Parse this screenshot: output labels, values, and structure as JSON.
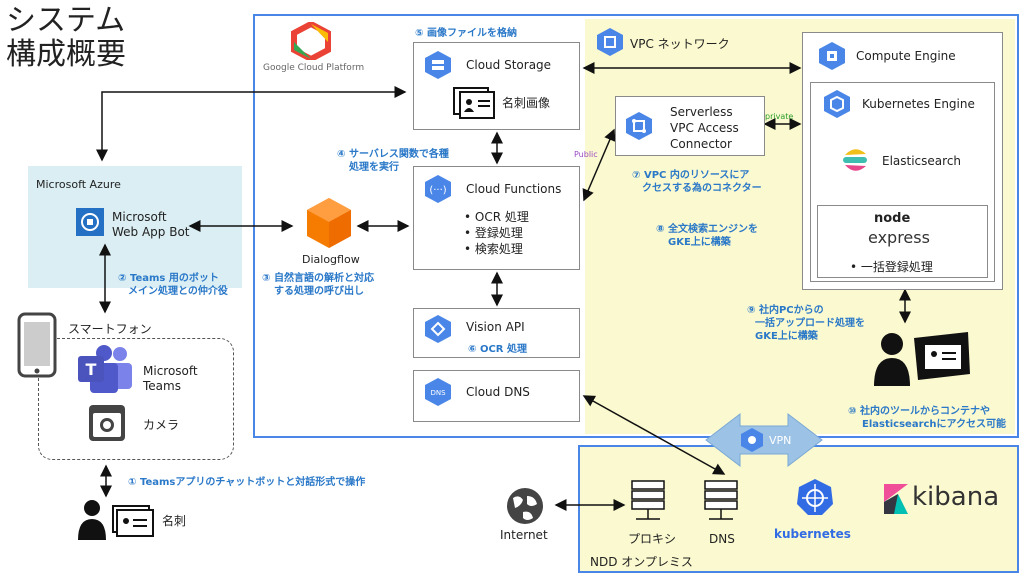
{
  "title_line1": "システム",
  "title_line2": "構成概要",
  "gcp_logo_text": "Google Cloud Platform",
  "vpc_label": "VPC ネットワーク",
  "azure_label": "Microsoft Azure",
  "webappbot_line1": "Microsoft",
  "webappbot_line2": "Web App Bot",
  "smartphone_label": "スマートフォン",
  "teams_line1": "Microsoft",
  "teams_line2": "Teams",
  "camera_label": "カメラ",
  "meishi_label": "名刺",
  "dialogflow_label": "Dialogflow",
  "cloud_storage_label": "Cloud Storage",
  "meishi_image_label": "名刺画像",
  "cloud_functions_label": "Cloud Functions",
  "functions_items": [
    "OCR 処理",
    "登録処理",
    "検索処理"
  ],
  "vision_api_label": "Vision API",
  "cloud_dns_label": "Cloud DNS",
  "serverless_line1": "Serverless",
  "serverless_line2": "VPC Access",
  "serverless_line3": "Connector",
  "compute_engine_label": "Compute Engine",
  "kubernetes_engine_label": "Kubernetes Engine",
  "elasticsearch_label": "Elasticsearch",
  "node_text": "node",
  "express_text": "express",
  "bulk_label": "一括登録処理",
  "private_label": "private",
  "public_label": "Public",
  "vpn_label": "VPN",
  "internet_label": "Internet",
  "proxy_label": "プロキシ",
  "dns_label": "DNS",
  "kubernetes_label": "kubernetes",
  "kibana_label": "kibana",
  "ndd_label": "NDD オンプレミス",
  "notes": {
    "n1": "① Teamsアプリのチャットボットと対話形式で操作",
    "n2a": "② Teams 用のボット",
    "n2b": "メイン処理との仲介役",
    "n3a": "③ 自然言語の解析と対応",
    "n3b": "する処理の呼び出し",
    "n4a": "④ サーバレス関数で各種",
    "n4b": "処理を実行",
    "n5": "⑤ 画像ファイルを格納",
    "n6": "⑥ OCR 処理",
    "n7a": "⑦ VPC 内のリソースにア",
    "n7b": "クセスする為のコネクター",
    "n8a": "⑧ 全文検索エンジンを",
    "n8b": "GKE上に構築",
    "n9a": "⑨ 社内PCからの",
    "n9b": "一括アップロード処理を",
    "n9c": "GKE上に構築",
    "n10a": "⑩ 社内のツールからコンテナや",
    "n10b": "Elasticsearchにアクセス可能"
  },
  "colors": {
    "gcp_blue": "#4a86e8",
    "vpc_fill": "#fbf9cf",
    "azure_fill": "#daeef3",
    "note_blue": "#2a78c8"
  }
}
